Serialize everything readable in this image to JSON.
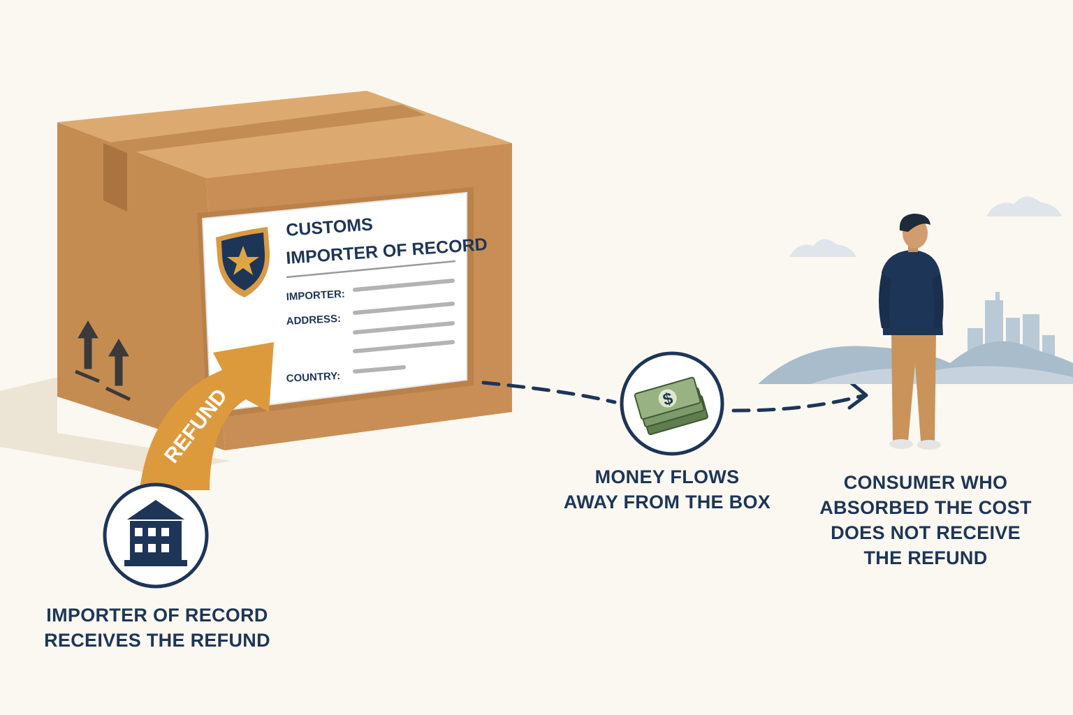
{
  "label": {
    "title_line1": "CUSTOMS",
    "title_line2": "IMPORTER OF RECORD",
    "field_importer": "IMPORTER:",
    "field_address": "ADDRESS:",
    "field_country": "COUNTRY:"
  },
  "refund_arrow": {
    "text": "REFUND"
  },
  "money_icon": {
    "symbol": "$"
  },
  "captions": {
    "importer": [
      "IMPORTER OF RECORD",
      "RECEIVES THE REFUND"
    ],
    "money": [
      "MONEY FLOWS",
      "AWAY FROM THE BOX"
    ],
    "consumer": [
      "CONSUMER WHO",
      "ABSORBED THE COST",
      "DOES NOT RECEIVE",
      "THE REFUND"
    ]
  },
  "colors": {
    "navy": "#1d3557",
    "box_front": "#c88f54",
    "box_top": "#d9a66b",
    "box_side": "#b57a42",
    "refund_orange": "#dd9a3c",
    "shield_gold": "#e0a542",
    "money_green": "#7d9b6a",
    "background": "#fbf8f1"
  }
}
